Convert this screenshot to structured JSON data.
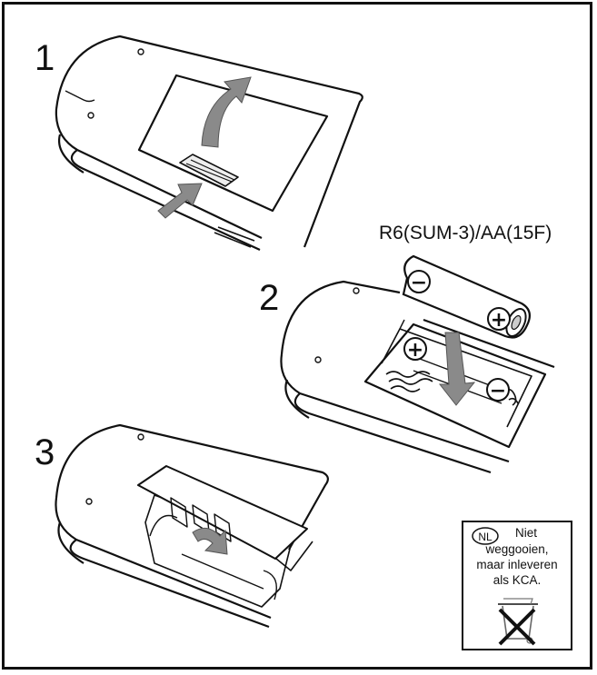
{
  "steps": [
    {
      "number": "1"
    },
    {
      "number": "2"
    },
    {
      "number": "3"
    }
  ],
  "battery": {
    "label": "R6(SUM-3)/AA(15F)",
    "minus_symbol": "−",
    "plus_symbol": "+"
  },
  "nl_notice": {
    "badge": "NL",
    "line1": "Niet",
    "line2": "weggooien,",
    "line3": "maar inleveren",
    "line4": "als KCA."
  },
  "colors": {
    "line": "#111111",
    "arrow": "#8a8a8a",
    "shade": "#d6d6d6"
  }
}
